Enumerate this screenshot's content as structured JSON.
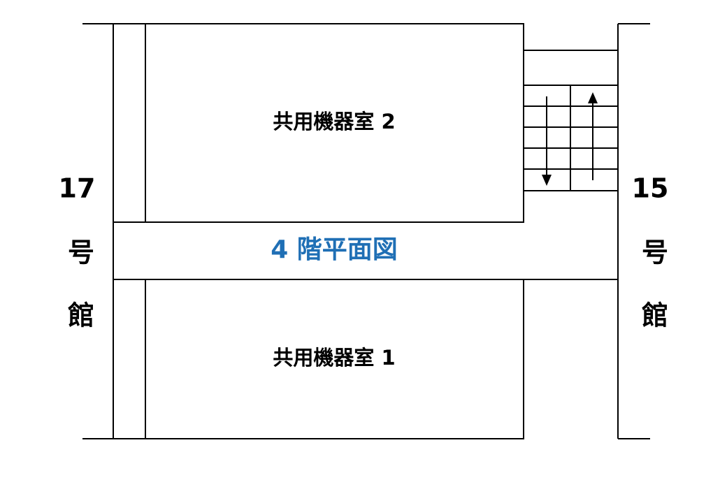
{
  "floor_plan": {
    "title": "4 階平面図",
    "title_color": "#1f6fb5",
    "line_color": "#000000",
    "rooms": [
      {
        "label": "共用機器室 2"
      },
      {
        "label": "共用機器室 1"
      }
    ],
    "left_building": {
      "number": "17",
      "char1": "号",
      "char2": "館"
    },
    "right_building": {
      "number": "15",
      "char1": "号",
      "char2": "館"
    },
    "stairs": {
      "left_arrow": "arrow-down-icon",
      "right_arrow": "arrow-up-icon"
    }
  }
}
